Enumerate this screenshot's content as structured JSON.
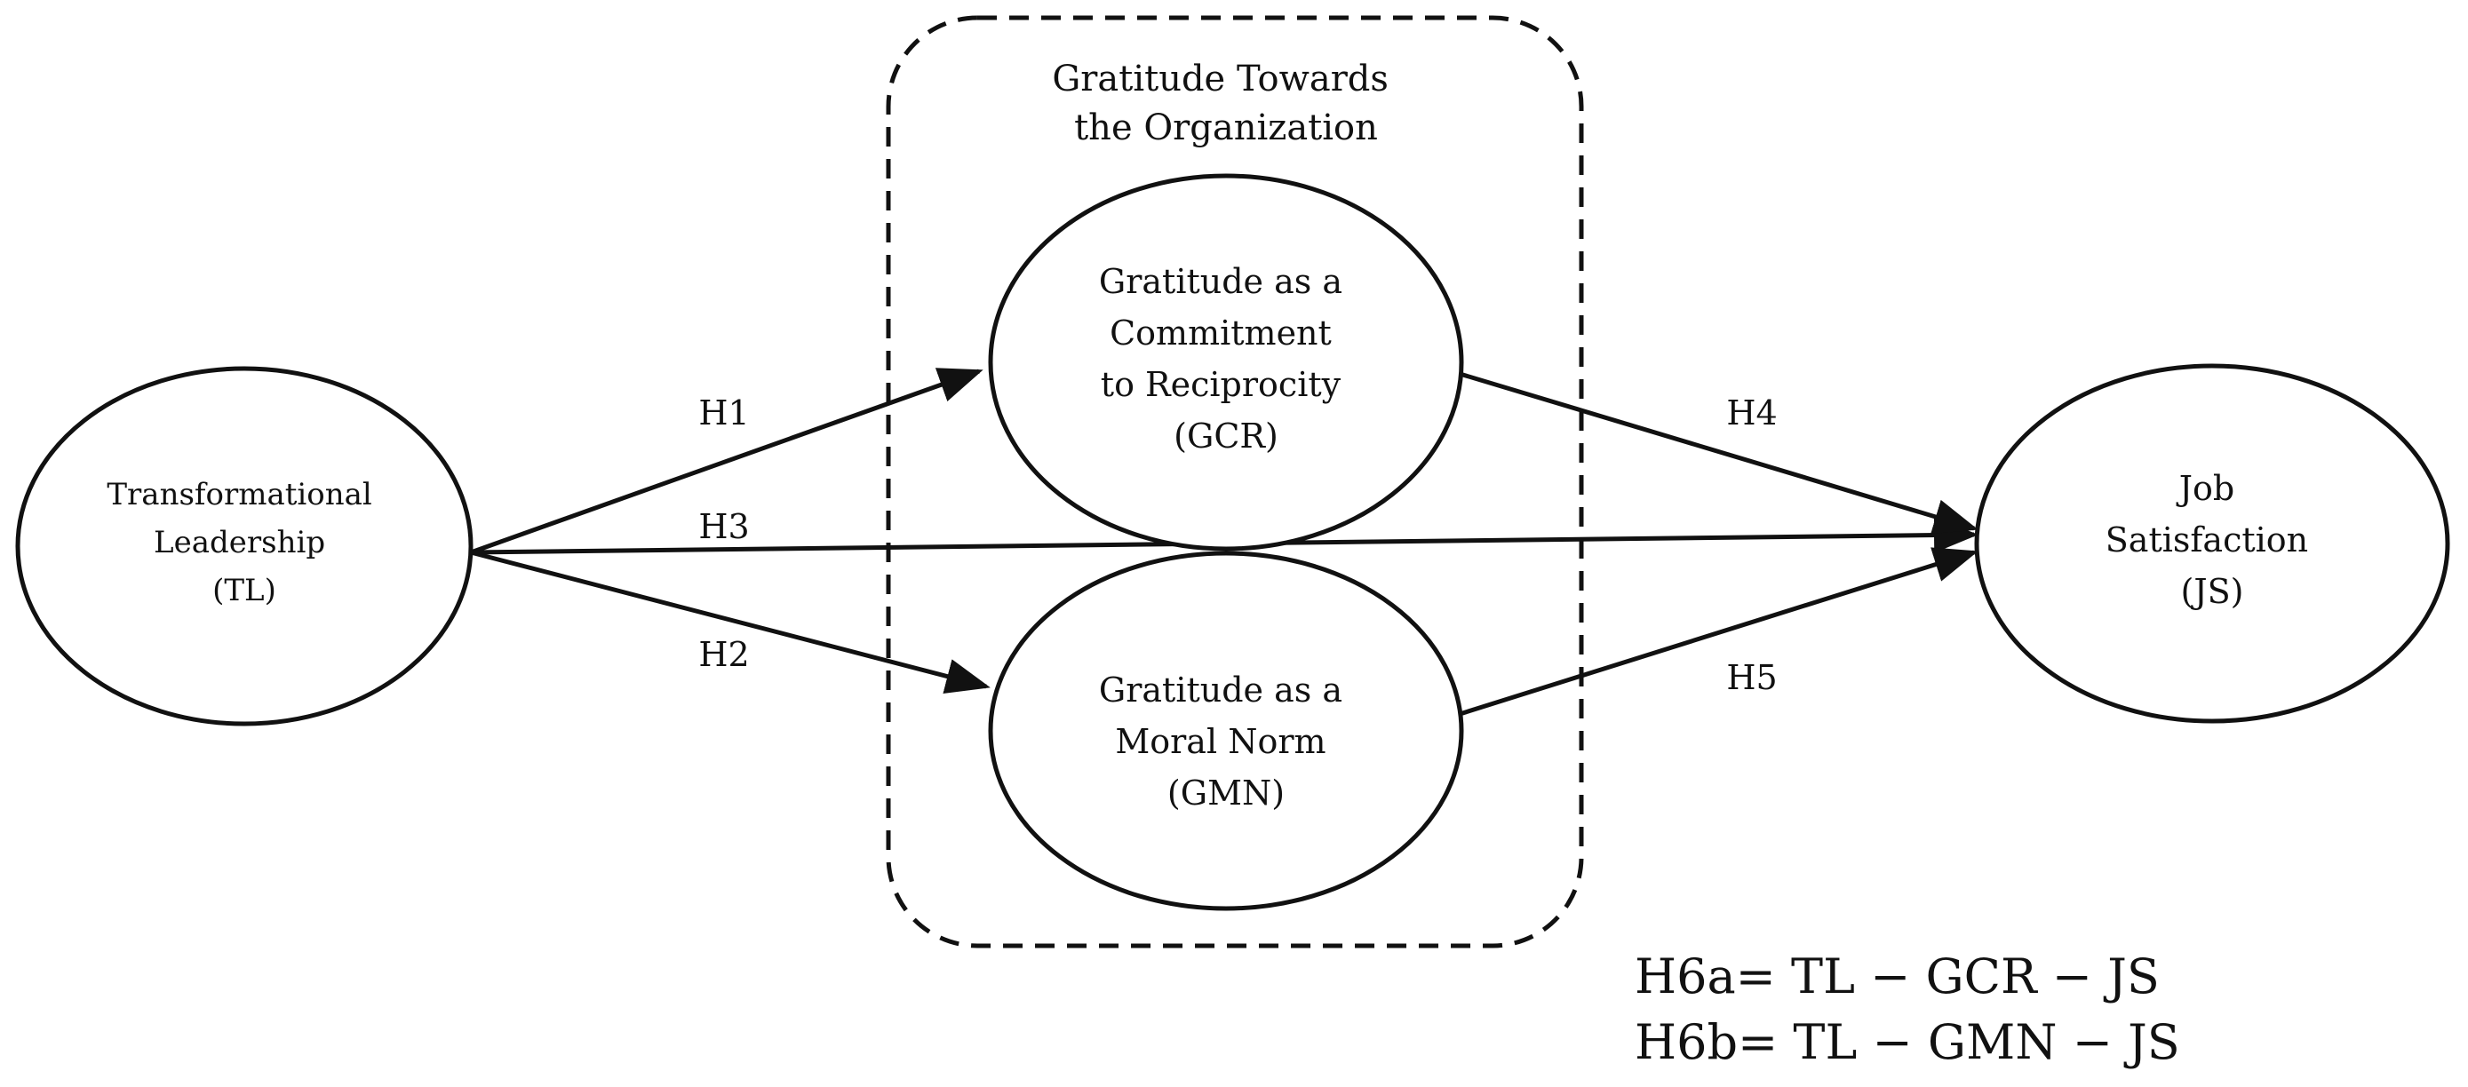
{
  "group": {
    "label_lines": [
      "Gratitude Towards",
      "the Organization"
    ]
  },
  "nodes": {
    "tl": {
      "lines": [
        "Transformational",
        "Leadership",
        "(TL)"
      ]
    },
    "gcr": {
      "lines": [
        "Gratitude as a",
        "Commitment",
        "to Reciprocity",
        "(GCR)"
      ]
    },
    "gmn": {
      "lines": [
        "Gratitude as a",
        "Moral Norm",
        "(GMN)"
      ]
    },
    "js": {
      "lines": [
        "Job",
        "Satisfaction",
        "(JS)"
      ]
    }
  },
  "edges": {
    "h1": {
      "label": "H1",
      "from": "TL",
      "to": "GCR"
    },
    "h2": {
      "label": "H2",
      "from": "TL",
      "to": "GMN"
    },
    "h3": {
      "label": "H3",
      "from": "TL",
      "to": "JS"
    },
    "h4": {
      "label": "H4",
      "from": "GCR",
      "to": "JS"
    },
    "h5": {
      "label": "H5",
      "from": "GMN",
      "to": "JS"
    }
  },
  "hypotheses": [
    "H6a= TL − GCR − JS",
    "H6b= TL − GMN − JS"
  ]
}
